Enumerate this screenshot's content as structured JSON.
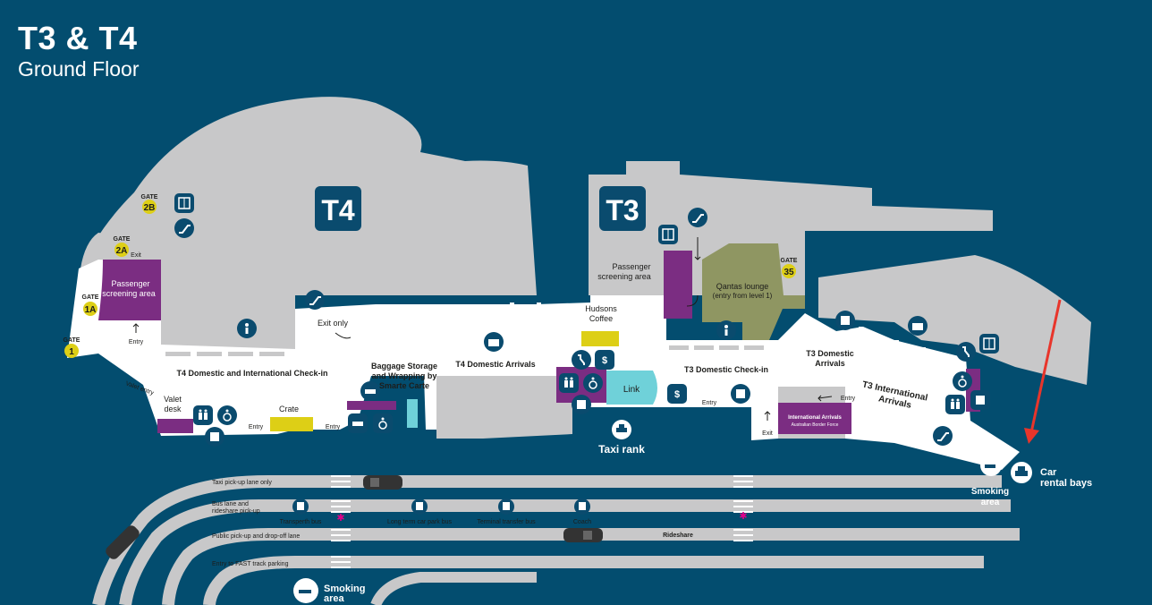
{
  "header": {
    "title": "T3 & T4",
    "subtitle": "Ground Floor"
  },
  "terminals": {
    "t4": "T4",
    "t3": "T3"
  },
  "gates": {
    "g1": "1",
    "g1a": "1A",
    "g2a": "2A",
    "g2b": "2B",
    "g35": "35",
    "gate_word": "GATE"
  },
  "areas": {
    "t4_screening": "Passenger screening area",
    "t3_screening": "Passenger screening area",
    "qantas_lounge": "Qantas lounge",
    "qantas_lounge_sub": "(entry from level 1)",
    "t4_checkin": "T4 Domestic and International Check-in",
    "t4_arrivals": "T4 Domestic Arrivals",
    "t3_checkin": "T3 Domestic Check-in",
    "t3_dom_arrivals": "T3 Domestic Arrivals",
    "t3_intl_arrivals": "T3 International Arrivals",
    "baggage_storage": "Baggage Storage and Wrapping by Smarte Carte",
    "hudsons": "Hudsons Coffee",
    "crate": "Crate",
    "valet_desk": "Valet desk",
    "valet_entry": "Valet entry",
    "link": "Link",
    "intl_arrivals_box": "International Arrivals",
    "abf": "Australian Border Force",
    "t3_dom_arrivals_vertical": "T3 Domestic Arrivals"
  },
  "labels": {
    "entry": "Entry",
    "exit": "Exit",
    "exit_only": "Exit only",
    "taxi_rank": "Taxi rank",
    "smoking_area": "Smoking area",
    "car_rental": "Car rental bays"
  },
  "roads": {
    "taxi_lane": "Taxi pick-up lane only",
    "bus_lane": "Bus lane and rideshare pick-up",
    "public_lane": "Public pick-up and drop-off lane",
    "fast_track": "Entry to FAST track parking",
    "transperth": "Transperth bus",
    "long_term": "Long term car park bus",
    "terminal_transfer": "Terminal transfer bus",
    "coach": "Coach",
    "rideshare": "Rideshare"
  },
  "colors": {
    "background": "#034d6f",
    "building": "#c8c8c9",
    "concourse": "#ffffff",
    "purple": "#7b2d82",
    "olive": "#8f9662",
    "yellow": "#ddcf16",
    "teal": "#6fd1d9",
    "icon_bg": "#0a4b6e",
    "arrow": "#e8352b"
  },
  "icons": [
    "lift-icon",
    "escalator-icon",
    "baggage-icon",
    "toilets-icon",
    "accessible-icon",
    "phone-icon",
    "atm-icon",
    "taxi-icon",
    "bus-icon",
    "smoking-icon",
    "car-icon",
    "information-icon",
    "baggage-services-icon"
  ]
}
